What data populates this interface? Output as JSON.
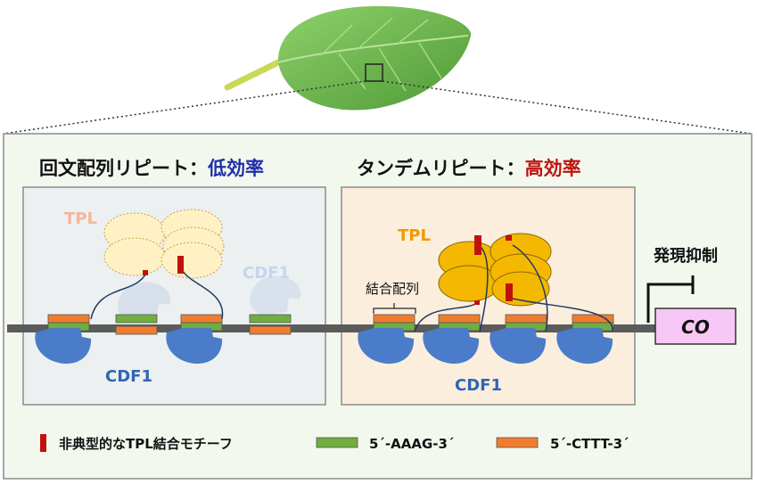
{
  "panels": {
    "left": {
      "title_prefix": "回文配列リピート：",
      "title_suffix": "低効率",
      "tpl_label": "TPL",
      "cdf1_label": "CDF1",
      "cdf1_faded_label": "CDF1"
    },
    "right": {
      "title_prefix": "タンデムリピート：",
      "title_suffix": "高効率",
      "tpl_label": "TPL",
      "binding_label": "結合配列",
      "cdf1_label": "CDF1"
    }
  },
  "repression_label": "発現抑制",
  "gene_label": "CO",
  "legend": [
    {
      "label": "非典型的なTPL結合モチーフ",
      "color": "#c0120d"
    },
    {
      "label": "5´-AAAG-3´",
      "color": "#6fae3f"
    },
    {
      "label": "5´-CTTT-3´",
      "color": "#f07d2e"
    }
  ],
  "colors": {
    "low_efficiency": "#1f2fa8",
    "high_efficiency": "#c0120d",
    "cdf1": "#4a7cc9",
    "tpl_faded": "#fff1c4",
    "tpl_active": "#f5b800",
    "tpl_text_faded": "#f7b49a",
    "tpl_text_active": "#f09a00",
    "gene_box": "#f7c8f5",
    "leaf": "#6fba4e"
  },
  "icons": [
    "leaf-icon",
    "zoom-square-icon",
    "repression-arrow-icon"
  ]
}
